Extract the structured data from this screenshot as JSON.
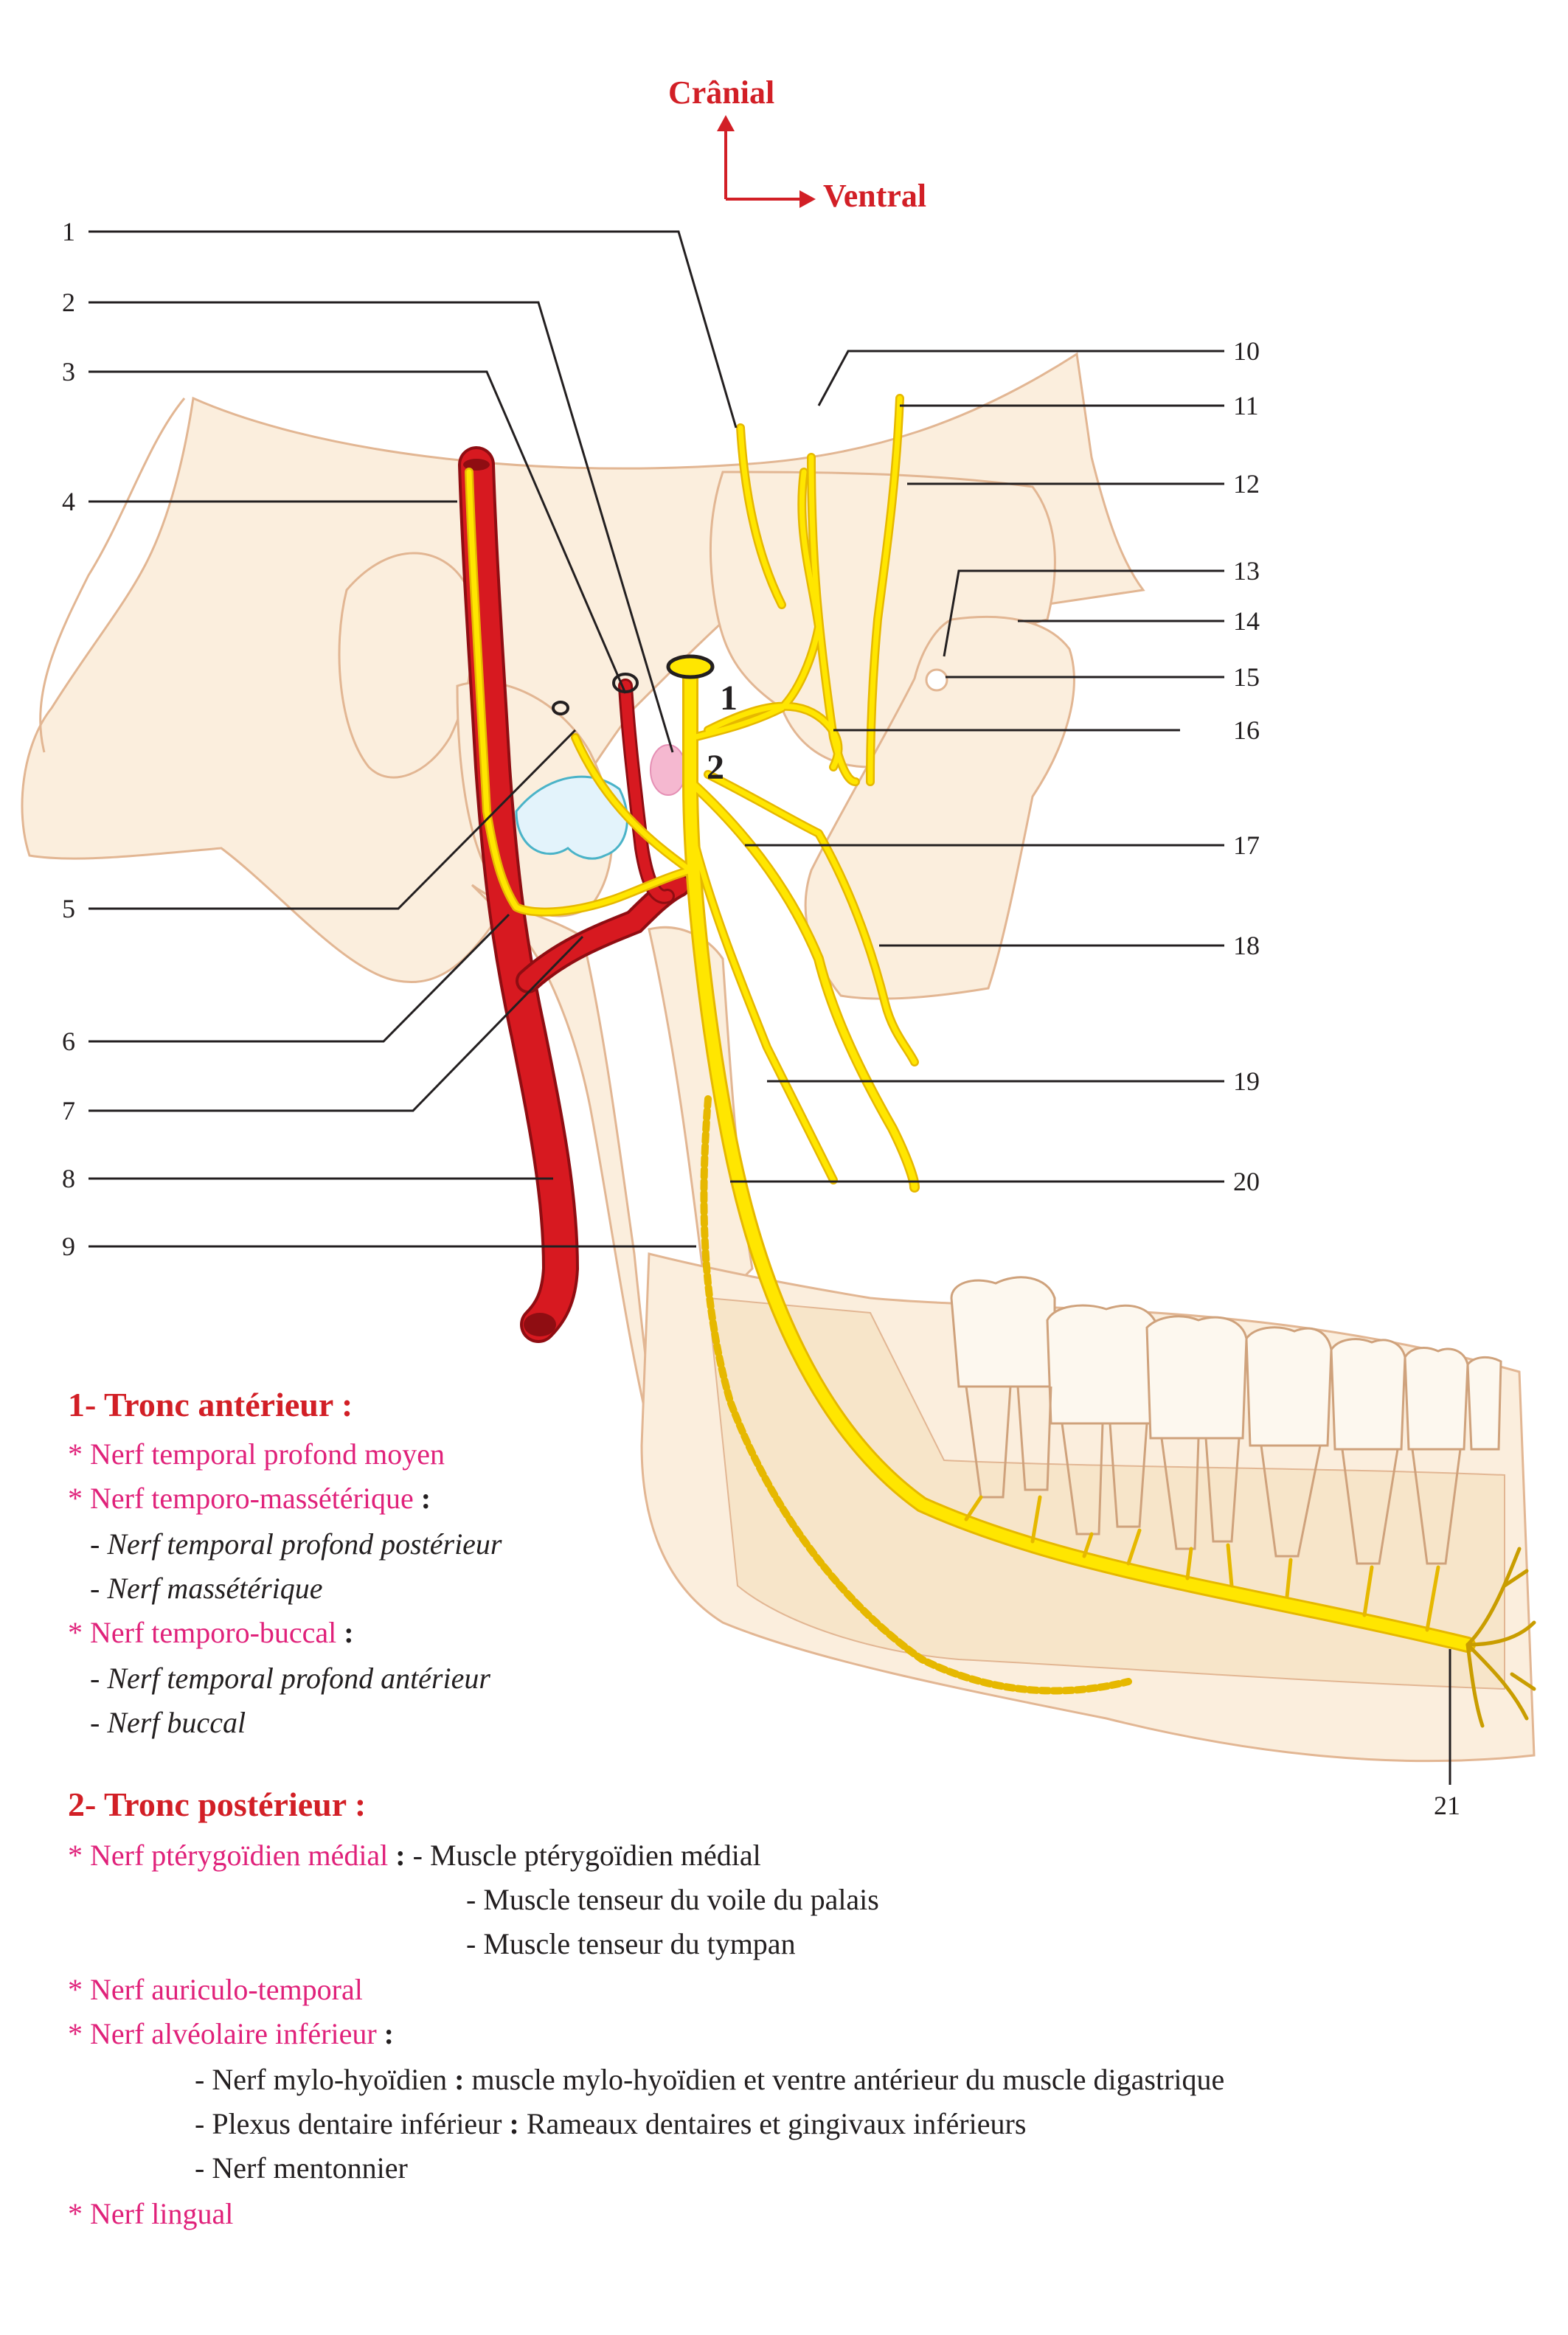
{
  "orientation": {
    "cranial": "Crânial",
    "ventral": "Ventral"
  },
  "numbers_left": [
    "1",
    "2",
    "3",
    "4",
    "5",
    "6",
    "7",
    "8",
    "9"
  ],
  "numbers_right": [
    "10",
    "11",
    "12",
    "13",
    "14",
    "15",
    "16",
    "17",
    "18",
    "19",
    "20"
  ],
  "number_bottom": "21",
  "trunk_labels": [
    "1",
    "2"
  ],
  "colors": {
    "bone": "#fbeedd",
    "bone_outline": "#e2b693",
    "nerve": "#ffe600",
    "nerve_outline": "#e6b800",
    "artery": "#d71920",
    "accent_red": "#d21f26",
    "pink_text": "#e0217a",
    "cartilage": "#e3f3fb",
    "gland": "#f5b8d0"
  },
  "legend": {
    "anterior_title": "1- Tronc antérieur :",
    "a1": "* Nerf temporal profond moyen",
    "a2": "* Nerf temporo-massétérique",
    "a2_colon": ":",
    "a2_1": "-  Nerf temporal profond postérieur",
    "a2_2": "- Nerf massétérique",
    "a3": "* Nerf temporo-buccal",
    "a3_colon": ":",
    "a3_1": "- Nerf temporal profond antérieur",
    "a3_2": "- Nerf buccal",
    "posterior_title": "2- Tronc postérieur :",
    "p1": "* Nerf ptérygoïdien médial",
    "p1_colon": ":",
    "p1_m1": " - Muscle ptérygoïdien médial",
    "p1_m2": "- Muscle tenseur du voile du palais",
    "p1_m3": "- Muscle tenseur du tympan",
    "p2": "* Nerf auriculo-temporal",
    "p3": "* Nerf alvéolaire inférieur",
    "p3_colon": ":",
    "p3_1_a": "- Nerf mylo-hyoïdien",
    "p3_1_colon": " :",
    "p3_1_b": " muscle mylo-hyoïdien et ventre antérieur du muscle digastrique",
    "p3_2_a": "- Plexus dentaire inférieur",
    "p3_2_colon": " :",
    "p3_2_b": " Rameaux dentaires et gingivaux inférieurs",
    "p3_3": "- Nerf mentonnier",
    "p4": "* Nerf lingual"
  }
}
